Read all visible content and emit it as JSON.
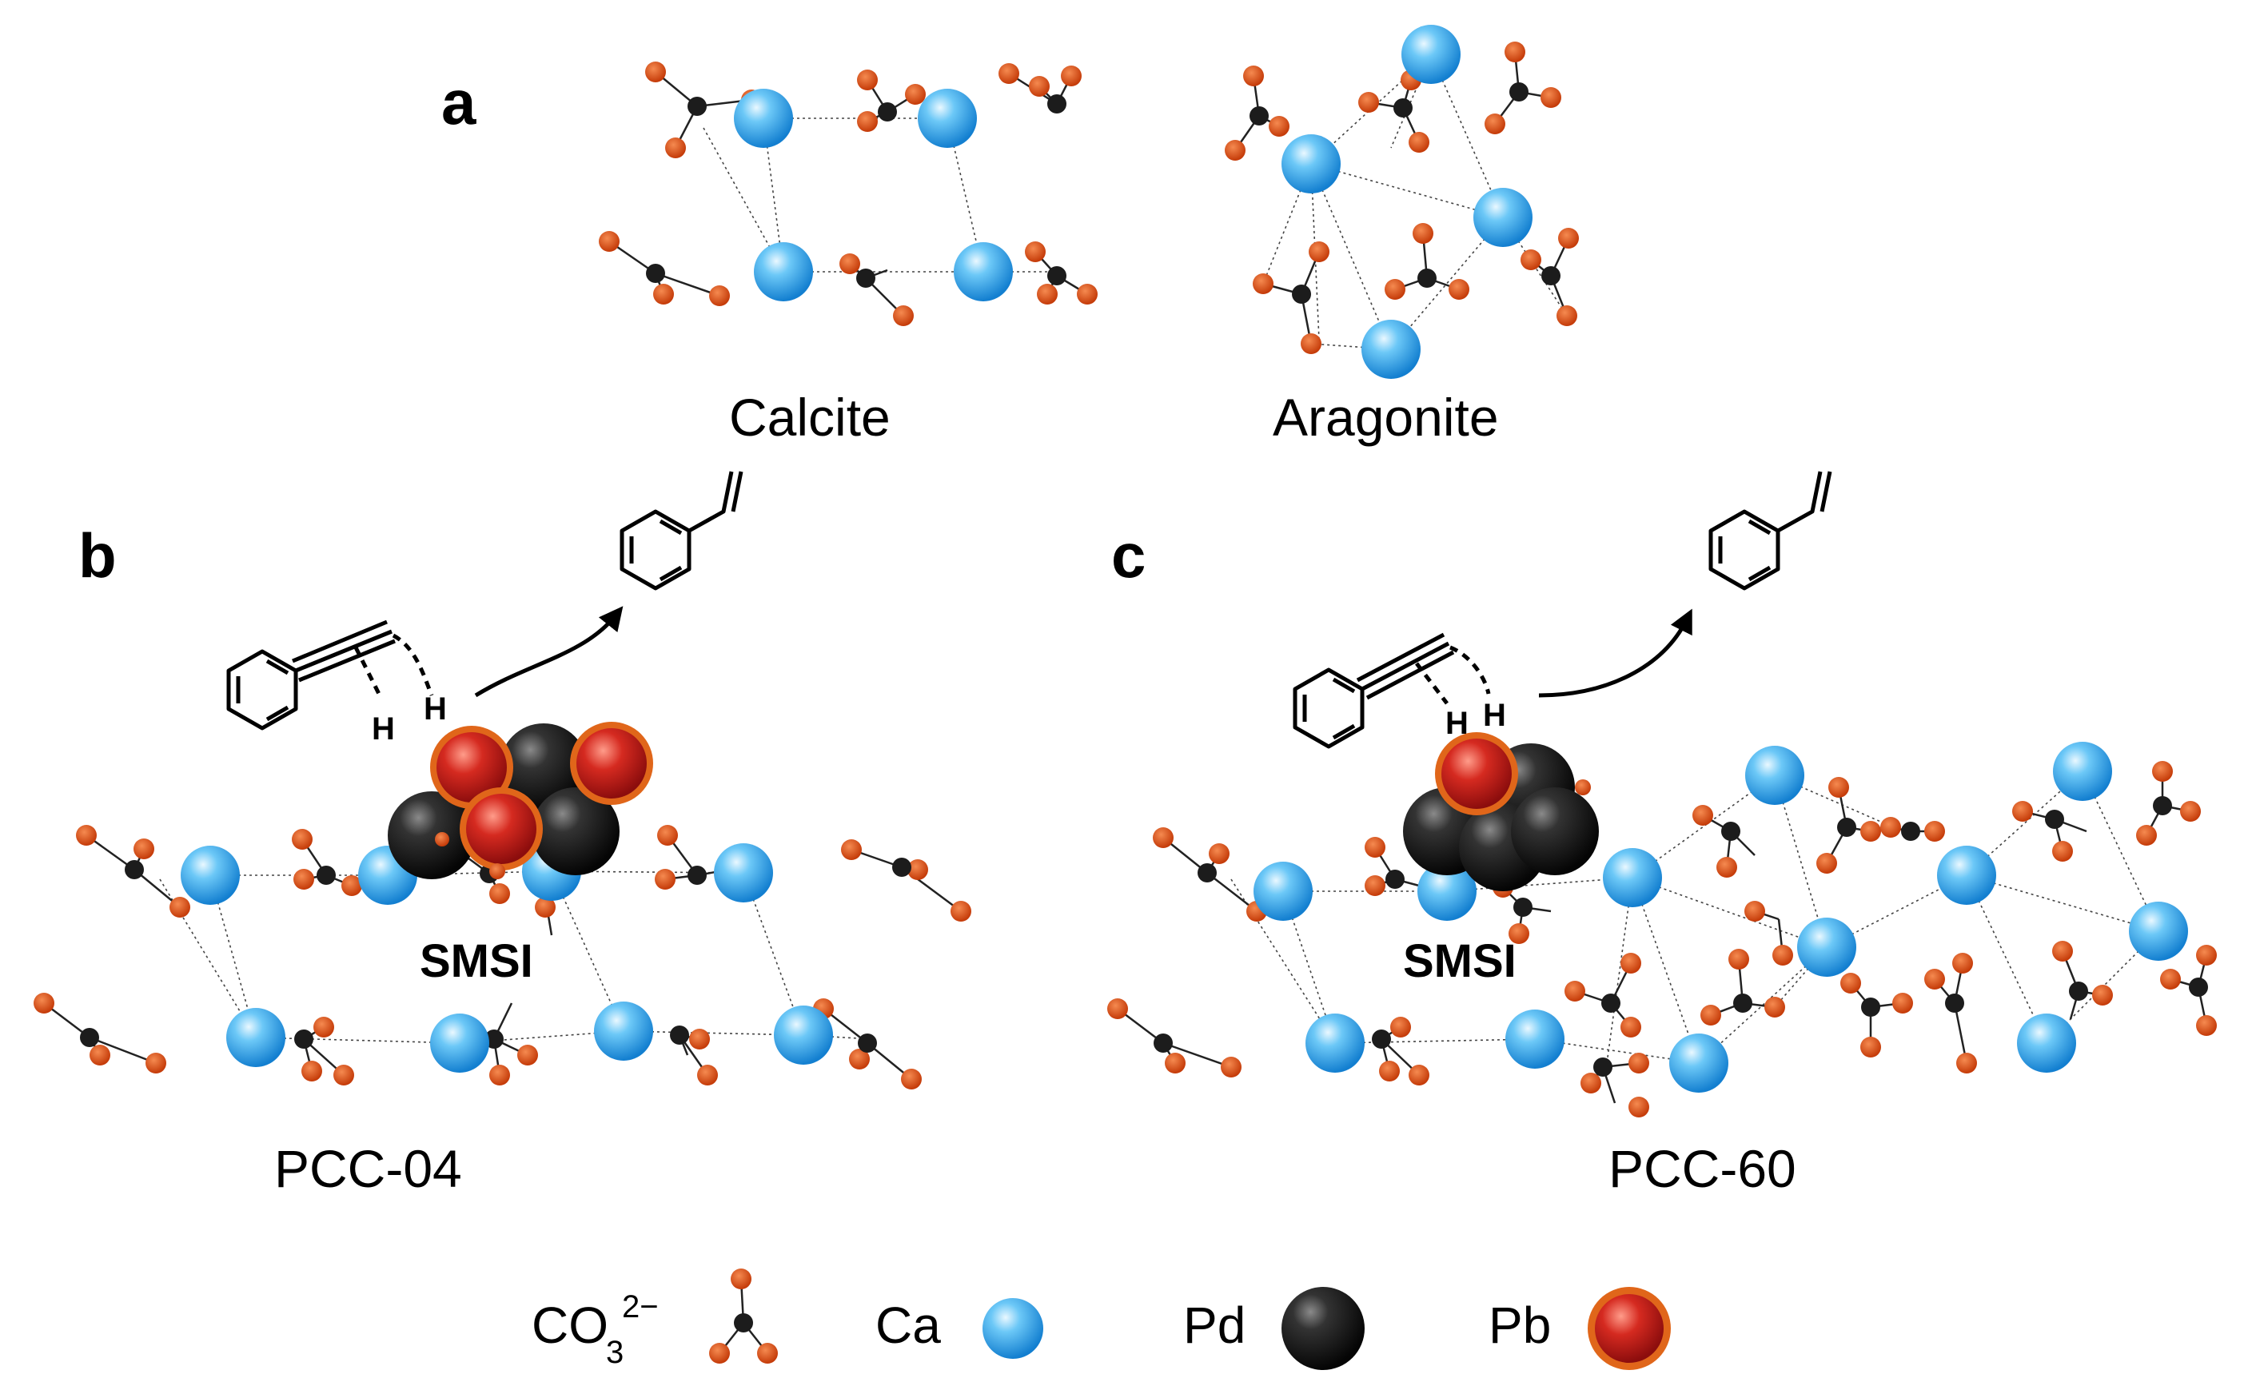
{
  "panels": {
    "a": {
      "label": "a",
      "calcite_label": "Calcite",
      "aragonite_label": "Aragonite"
    },
    "b": {
      "label": "b",
      "support_label": "PCC-04",
      "interaction_label": "SMSI",
      "h_labels": [
        "H",
        "H"
      ]
    },
    "c": {
      "label": "c",
      "support_label": "PCC-60",
      "interaction_label": "SMSI",
      "h_labels": [
        "H",
        "H"
      ]
    }
  },
  "legend": {
    "carbonate": {
      "label": "CO",
      "subscript": "3",
      "superscript": "2−"
    },
    "calcium": {
      "label": "Ca"
    },
    "palladium": {
      "label": "Pd"
    },
    "lead": {
      "label": "Pb"
    }
  },
  "colors": {
    "calcium": "#33a8f0",
    "oxygen": "#d9450f",
    "carbon": "#1c1c1c",
    "palladium": "#2a2a2a",
    "lead_core": "#c62020",
    "lead_rim": "#e0661a"
  }
}
